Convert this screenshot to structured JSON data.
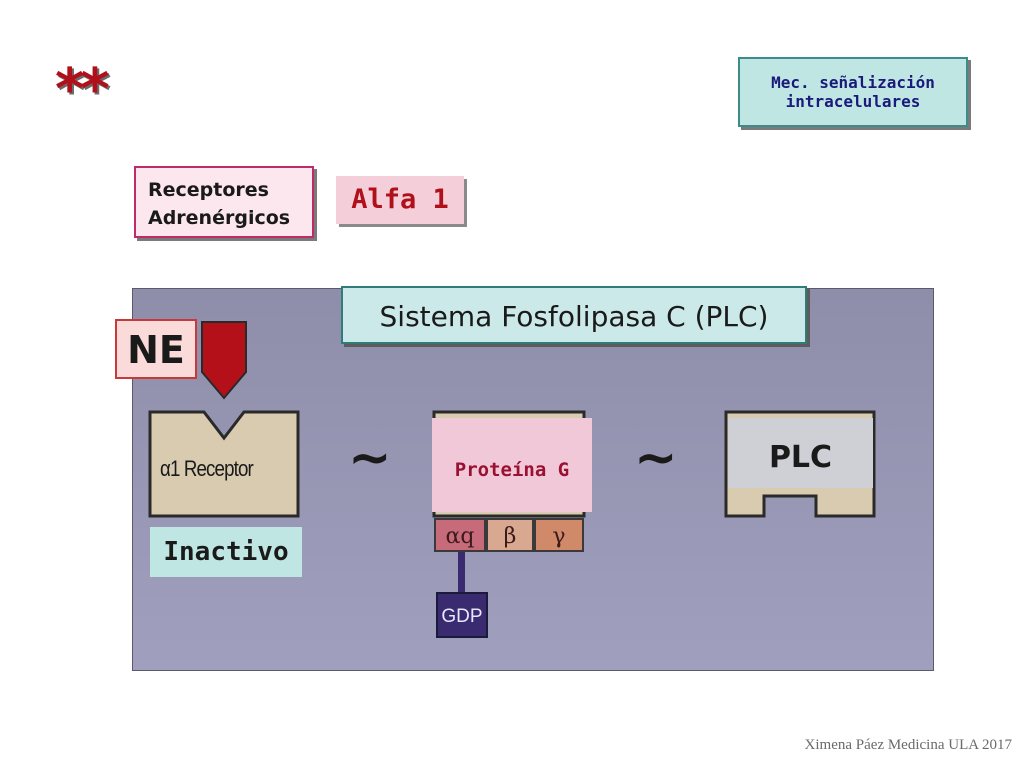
{
  "stars": "**",
  "header": {
    "mec_line1": "Mec. señalización",
    "mec_line2": "intracelulares"
  },
  "receptores": {
    "line1": "Receptores",
    "line2": "Adrenérgicos"
  },
  "alfa": "Alfa 1",
  "sistema": "Sistema Fosfolipasa C (PLC)",
  "ne": "NE",
  "receptor_label": "α1 Receptor",
  "tilde": "~",
  "proteina": "Proteína G",
  "plc": "PLC",
  "subunits": {
    "alpha": "αq",
    "beta": "β",
    "gamma": "γ"
  },
  "gdp": "GDP",
  "inactivo": "Inactivo",
  "footer": "Ximena Páez Medicina ULA 2017",
  "colors": {
    "panel": "#9a9ab8",
    "receptor_fill": "#d8cbb0",
    "ne_arrow": "#b3101a",
    "alpha_subunit": "#c76a7a",
    "beta_subunit": "#d8a890",
    "gamma_subunit": "#d08a6a"
  }
}
